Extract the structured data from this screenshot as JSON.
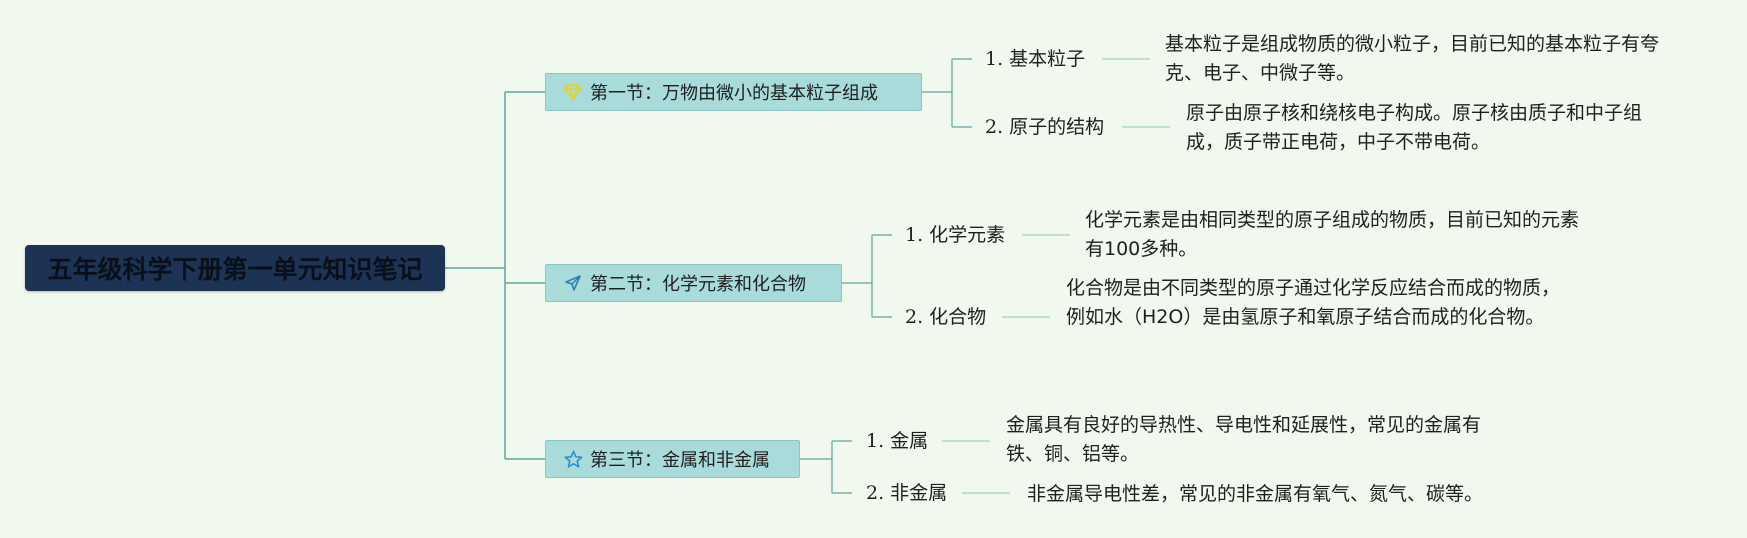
{
  "root": {
    "title": "五年级科学下册第一单元知识笔记"
  },
  "sections": [
    {
      "icon": "diamond-icon",
      "label": "第一节：万物由微小的基本粒子组成",
      "items": [
        {
          "label": "1. 基本粒子",
          "desc": "基本粒子是组成物质的微小粒子，目前已知的基本粒子有夸克、电子、中微子等。"
        },
        {
          "label": "2. 原子的结构",
          "desc": "原子由原子核和绕核电子构成。原子核由质子和中子组成，质子带正电荷，中子不带电荷。"
        }
      ]
    },
    {
      "icon": "paper-plane-icon",
      "label": "第二节：化学元素和化合物",
      "items": [
        {
          "label": "1. 化学元素",
          "desc": "化学元素是由相同类型的原子组成的物质，目前已知的元素有100多种。"
        },
        {
          "label": "2. 化合物",
          "desc": "化合物是由不同类型的原子通过化学反应结合而成的物质，例如水（H2O）是由氢原子和氧原子结合而成的化合物。"
        }
      ]
    },
    {
      "icon": "star-icon",
      "label": "第三节：金属和非金属",
      "items": [
        {
          "label": "1. 金属",
          "desc": "金属具有良好的导热性、导电性和延展性，常见的金属有铁、铜、铝等。"
        },
        {
          "label": "2. 非金属",
          "desc": "非金属导电性差，常见的非金属有氧气、氮气、碳等。"
        }
      ]
    }
  ],
  "colors": {
    "background": "#f1f8ee",
    "root_fill": "#1c3355",
    "section_fill": "#a9dbdb",
    "connector": "#5fa3a3",
    "leaf_connector": "#9fd0c8",
    "diamond_icon": "#e8d21c",
    "plane_icon": "#2f7fb8",
    "star_icon": "#1e8fd6"
  }
}
